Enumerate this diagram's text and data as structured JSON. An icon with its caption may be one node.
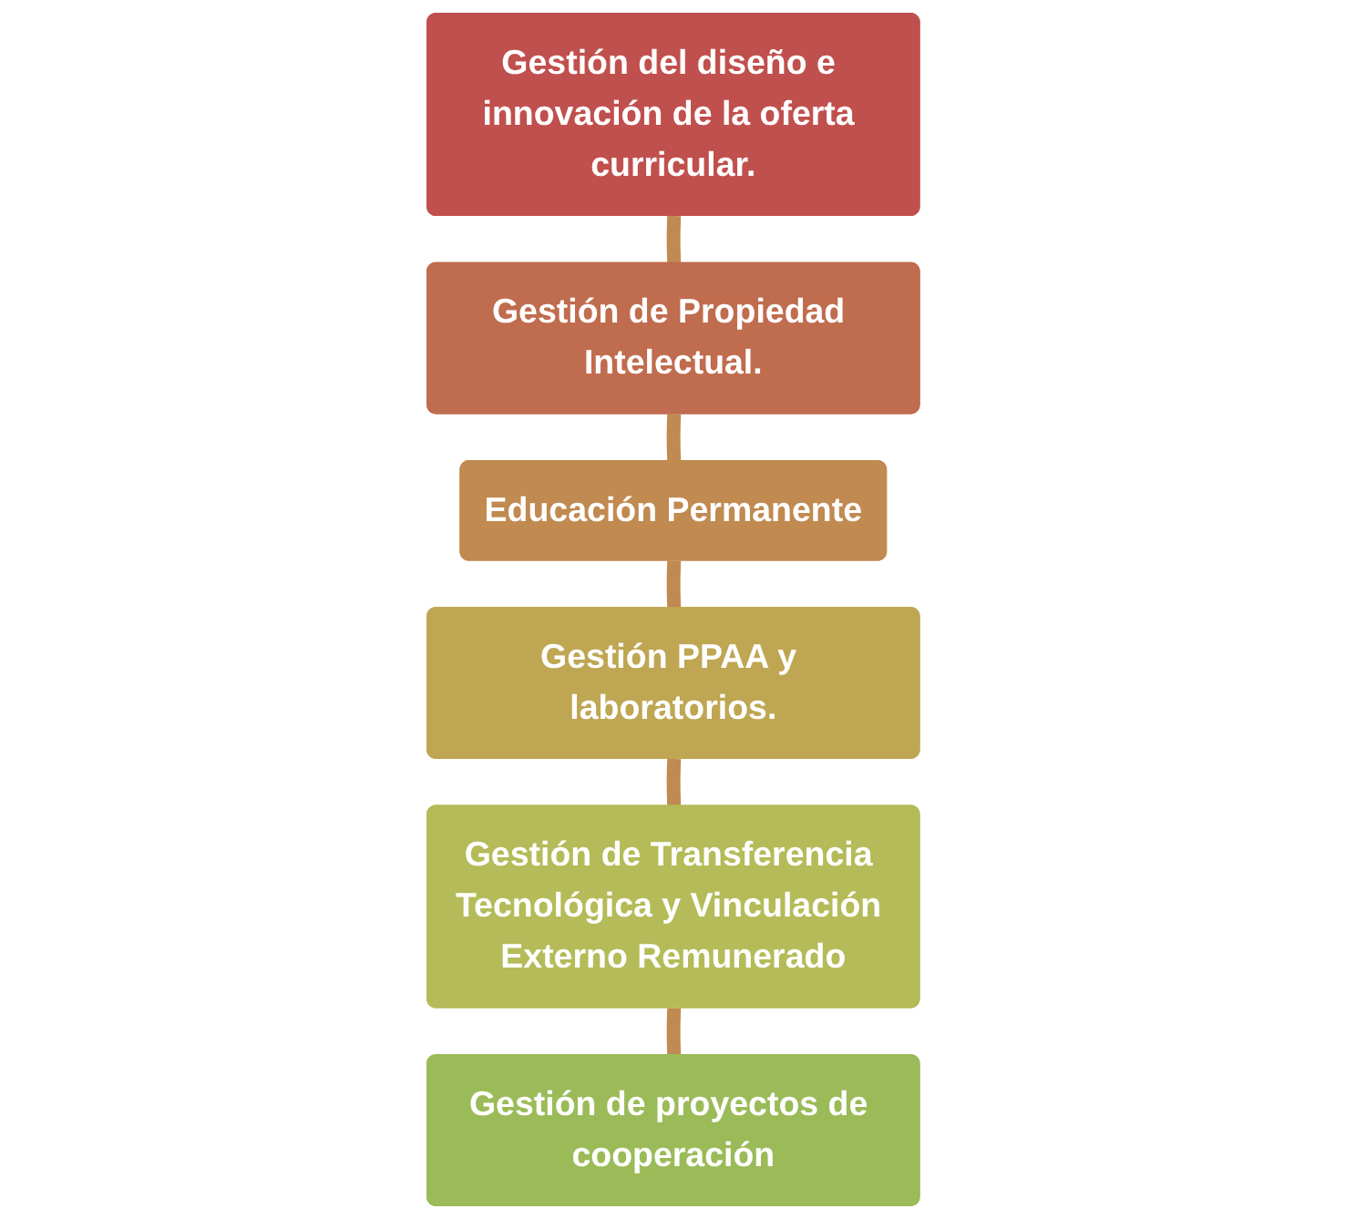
{
  "diagram": {
    "nodes": [
      {
        "text": [
          "Gestión del diseño e innovación de la oferta curricular."
        ]
      },
      {
        "text": [
          "Gestión de Propiedad Intelectual."
        ]
      },
      {
        "text": [
          "Educación Permanente"
        ]
      },
      {
        "text": [
          "Gestión PPAA y laboratorios."
        ]
      },
      {
        "text": [
          "Gestión de Transferencia Tecnológica y Vinculación Externo Remunerado"
        ]
      },
      {
        "text": [
          "Gestión de proyectos de cooperación"
        ]
      }
    ],
    "edges": [
      {
        "from": 0,
        "to": 1,
        "arrow": "none"
      },
      {
        "from": 1,
        "to": 2,
        "arrow": "none"
      },
      {
        "from": 2,
        "to": 3,
        "arrow": "none"
      },
      {
        "from": 3,
        "to": 4,
        "arrow": "none"
      },
      {
        "from": 4,
        "to": 5,
        "arrow": "none"
      }
    ]
  }
}
